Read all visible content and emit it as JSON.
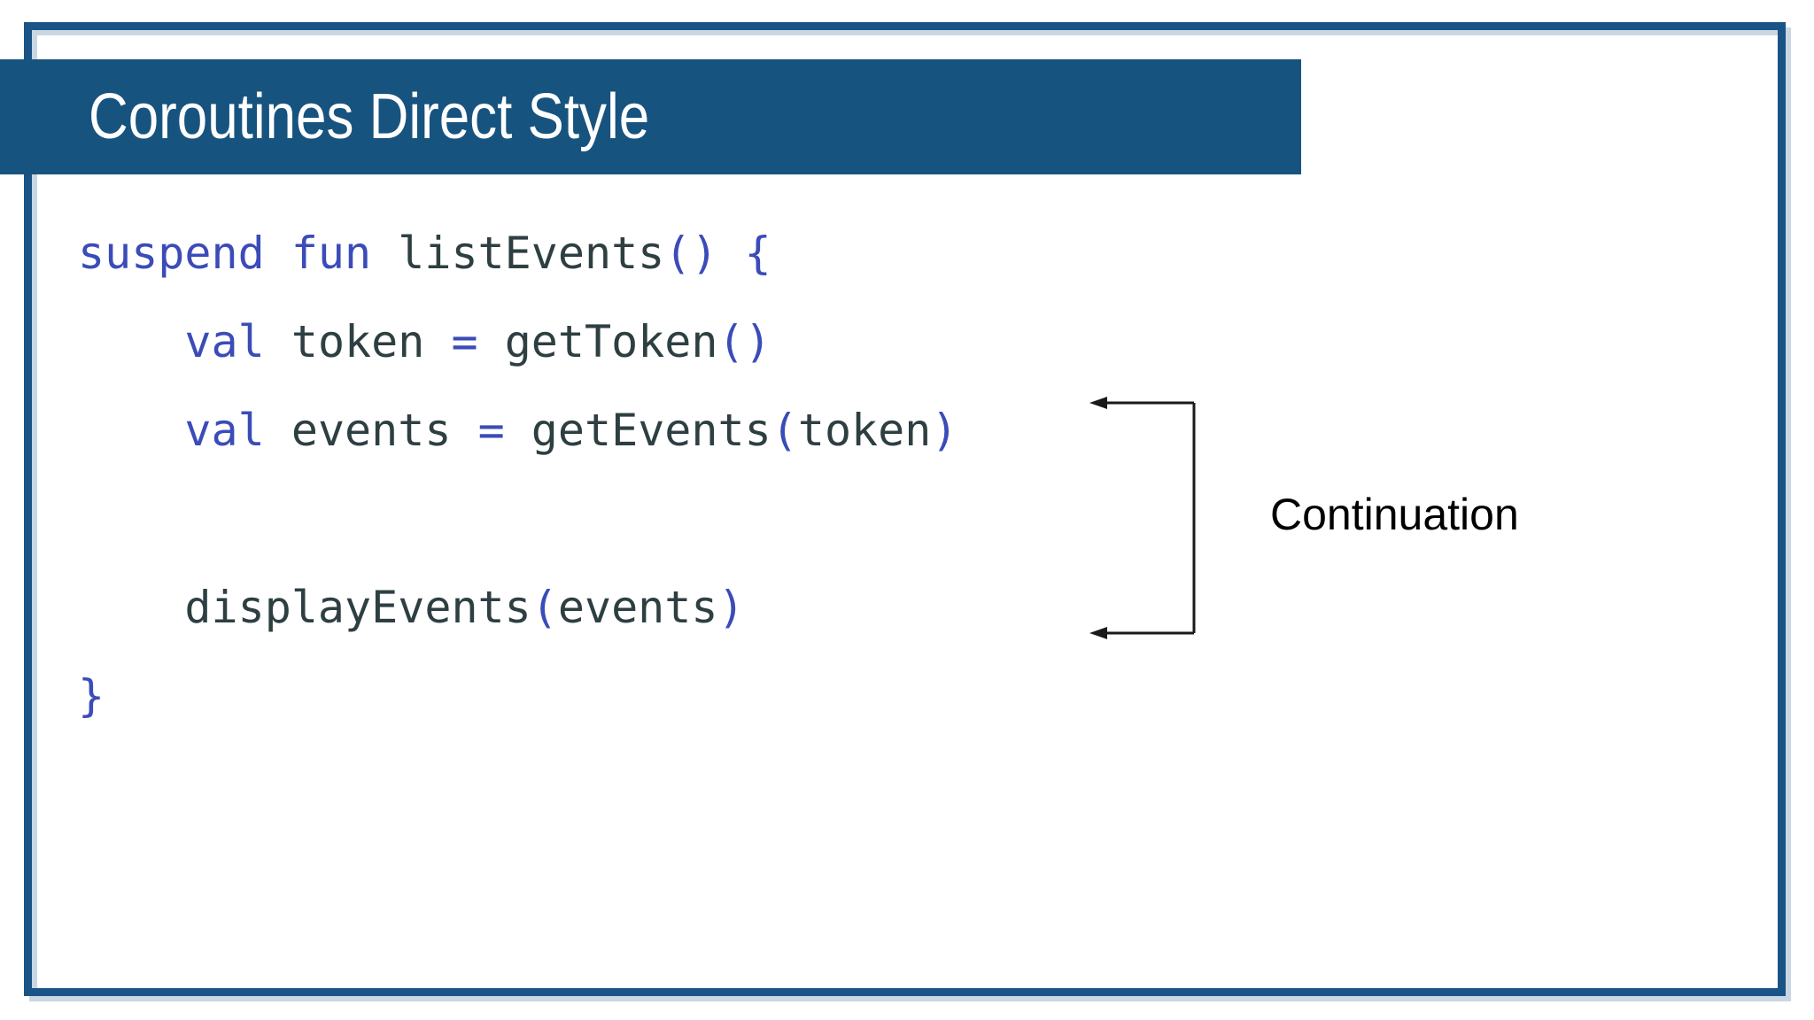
{
  "slide": {
    "title": "Coroutines Direct Style",
    "background_color": "#ffffff",
    "frame_color": "#1a5386",
    "banner_color": "#17537f",
    "title_color": "#ffffff"
  },
  "code": {
    "language": "kotlin",
    "keyword_color": "#3b4cb8",
    "identifier_color": "#2e3f42",
    "lines": [
      {
        "indent": 0,
        "text": "suspend fun listEvents() {",
        "tokens": [
          {
            "t": "suspend",
            "c": "kw"
          },
          {
            "t": " ",
            "c": "id"
          },
          {
            "t": "fun",
            "c": "kw"
          },
          {
            "t": " ",
            "c": "id"
          },
          {
            "t": "listEvents",
            "c": "id"
          },
          {
            "t": "()",
            "c": "pn"
          },
          {
            "t": " ",
            "c": "id"
          },
          {
            "t": "{",
            "c": "pn"
          }
        ]
      },
      {
        "indent": 1,
        "text": "    val token = getToken()",
        "tokens": [
          {
            "t": "    ",
            "c": "id"
          },
          {
            "t": "val",
            "c": "kw"
          },
          {
            "t": " ",
            "c": "id"
          },
          {
            "t": "token",
            "c": "id"
          },
          {
            "t": " ",
            "c": "id"
          },
          {
            "t": "=",
            "c": "op"
          },
          {
            "t": " ",
            "c": "id"
          },
          {
            "t": "getToken",
            "c": "id"
          },
          {
            "t": "()",
            "c": "pn"
          }
        ]
      },
      {
        "indent": 1,
        "text": "    val events = getEvents(token)",
        "tokens": [
          {
            "t": "    ",
            "c": "id"
          },
          {
            "t": "val",
            "c": "kw"
          },
          {
            "t": " ",
            "c": "id"
          },
          {
            "t": "events",
            "c": "id"
          },
          {
            "t": " ",
            "c": "id"
          },
          {
            "t": "=",
            "c": "op"
          },
          {
            "t": " ",
            "c": "id"
          },
          {
            "t": "getEvents",
            "c": "id"
          },
          {
            "t": "(",
            "c": "pn"
          },
          {
            "t": "token",
            "c": "id"
          },
          {
            "t": ")",
            "c": "pn"
          }
        ]
      },
      {
        "indent": 0,
        "text": "",
        "tokens": []
      },
      {
        "indent": 1,
        "text": "    displayEvents(events)",
        "tokens": [
          {
            "t": "    ",
            "c": "id"
          },
          {
            "t": "displayEvents",
            "c": "id"
          },
          {
            "t": "(",
            "c": "pn"
          },
          {
            "t": "events",
            "c": "id"
          },
          {
            "t": ")",
            "c": "pn"
          }
        ]
      },
      {
        "indent": 0,
        "text": "}",
        "tokens": [
          {
            "t": "}",
            "c": "pn"
          }
        ]
      }
    ]
  },
  "annotation": {
    "label": "Continuation",
    "label_color": "#000000",
    "line_color": "#1a1a1a",
    "arrow_top_label": "arrow-left-top",
    "arrow_bottom_label": "arrow-left-bottom"
  }
}
